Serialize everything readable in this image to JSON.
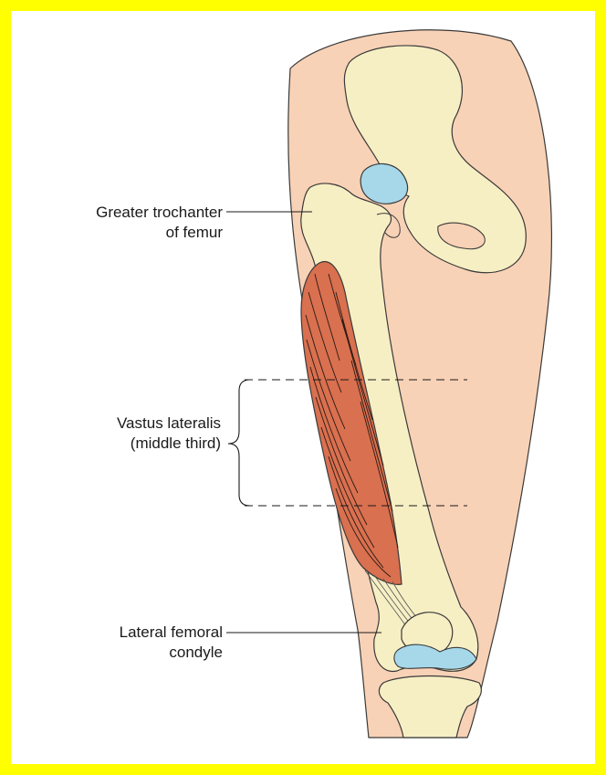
{
  "labels": {
    "greater_trochanter_line1": "Greater trochanter",
    "greater_trochanter_line2": "of femur",
    "vastus_line1": "Vastus lateralis",
    "vastus_line2": "(middle third)",
    "condyle_line1": "Lateral femoral",
    "condyle_line2": "condyle"
  },
  "colors": {
    "frame": "#ffff00",
    "skin": "#f8d2b6",
    "bone": "#f7efc4",
    "cartilage": "#a6d8ea",
    "muscle": "#d9704f"
  }
}
